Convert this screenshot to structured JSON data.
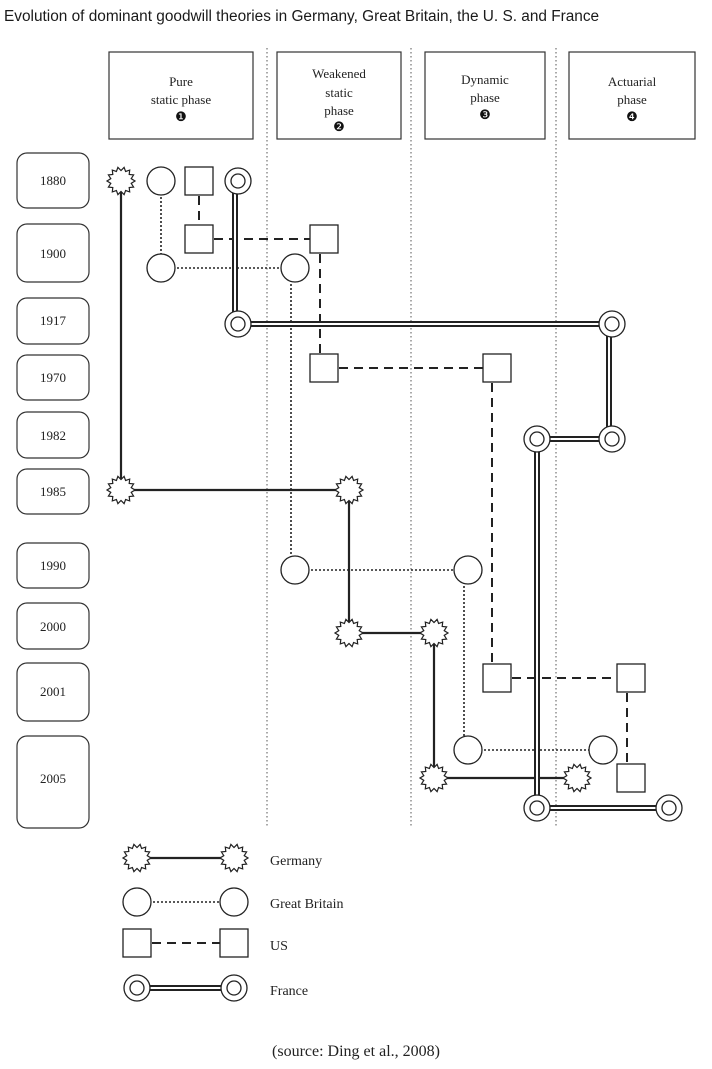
{
  "title": "Evolution of dominant goodwill theories in Germany, Great Britain, the U. S. and France",
  "phases": [
    {
      "lines": [
        "Pure",
        "static phase"
      ],
      "number": "❶"
    },
    {
      "lines": [
        "Weakened",
        "static",
        "phase"
      ],
      "number": "❷"
    },
    {
      "lines": [
        "Dynamic",
        "phase"
      ],
      "number": "❸"
    },
    {
      "lines": [
        "Actuarial",
        "phase"
      ],
      "number": "❹"
    }
  ],
  "years": [
    "1880",
    "1900",
    "1917",
    "1970",
    "1982",
    "1985",
    "1990",
    "2000",
    "2001",
    "2005"
  ],
  "legend": [
    {
      "label": "Germany",
      "marker": "starburst",
      "line": "solid"
    },
    {
      "label": "Great Britain",
      "marker": "circle",
      "line": "dotted"
    },
    {
      "label": "US",
      "marker": "square",
      "line": "dashed"
    },
    {
      "label": "France",
      "marker": "double-circle",
      "line": "double"
    }
  ],
  "source": "(source: Ding et al., 2008)"
}
